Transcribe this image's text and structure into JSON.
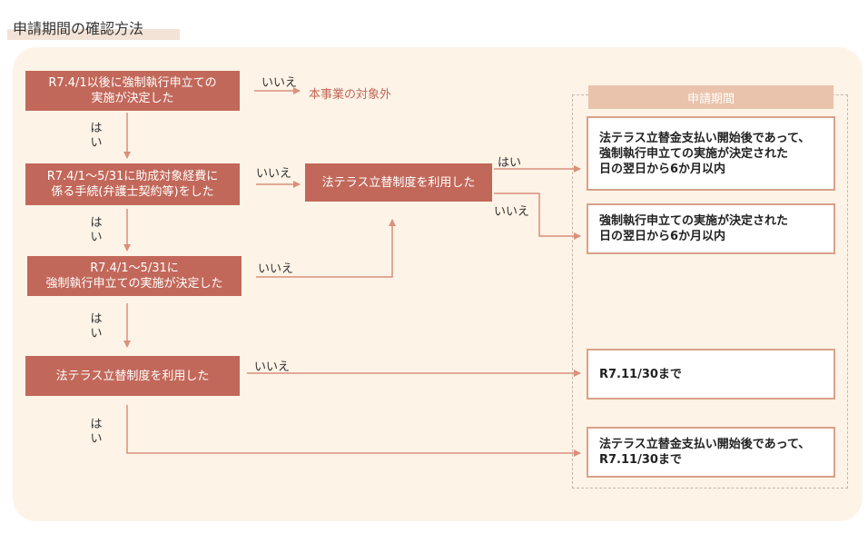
{
  "title": "申請期間の確認方法",
  "steps": [
    {
      "line1": "R7.4/1以後に強制執行申立ての",
      "line2": "実施が決定した"
    },
    {
      "line1": "R7.4/1～5/31に助成対象経費に",
      "line2": "係る手続(弁護士契約等)をした"
    },
    {
      "line1": "R7.4/1～5/31に",
      "line2": "強制執行申立ての実施が決定した"
    },
    {
      "line1": "法テラス立替制度を利用した"
    }
  ],
  "middle_box": "法テラス立替制度を利用した",
  "labels": {
    "yes": "はい",
    "no": "いいえ",
    "yes_v1": "は",
    "yes_v2": "い"
  },
  "out_of_scope": "本事業の対象外",
  "period_header": "申請期間",
  "results": [
    {
      "lines": [
        "法テラス立替金支払い開始後であって、",
        "強制執行申立ての実施が決定された",
        "日の翌日から6か月以内"
      ]
    },
    {
      "lines": [
        "強制執行申立ての実施が決定された",
        "日の翌日から6か月以内"
      ]
    },
    {
      "lines": [
        "R7.11/30まで"
      ]
    },
    {
      "lines": [
        "法テラス立替金支払い開始後であって、",
        "R7.11/30まで"
      ]
    }
  ],
  "colors": {
    "step_box": "#c2685a",
    "panel_bg": "#fdf3e7",
    "arrow": "#d9907c",
    "result_border": "#d9a189",
    "period_header_bg": "#e9c3ab"
  }
}
